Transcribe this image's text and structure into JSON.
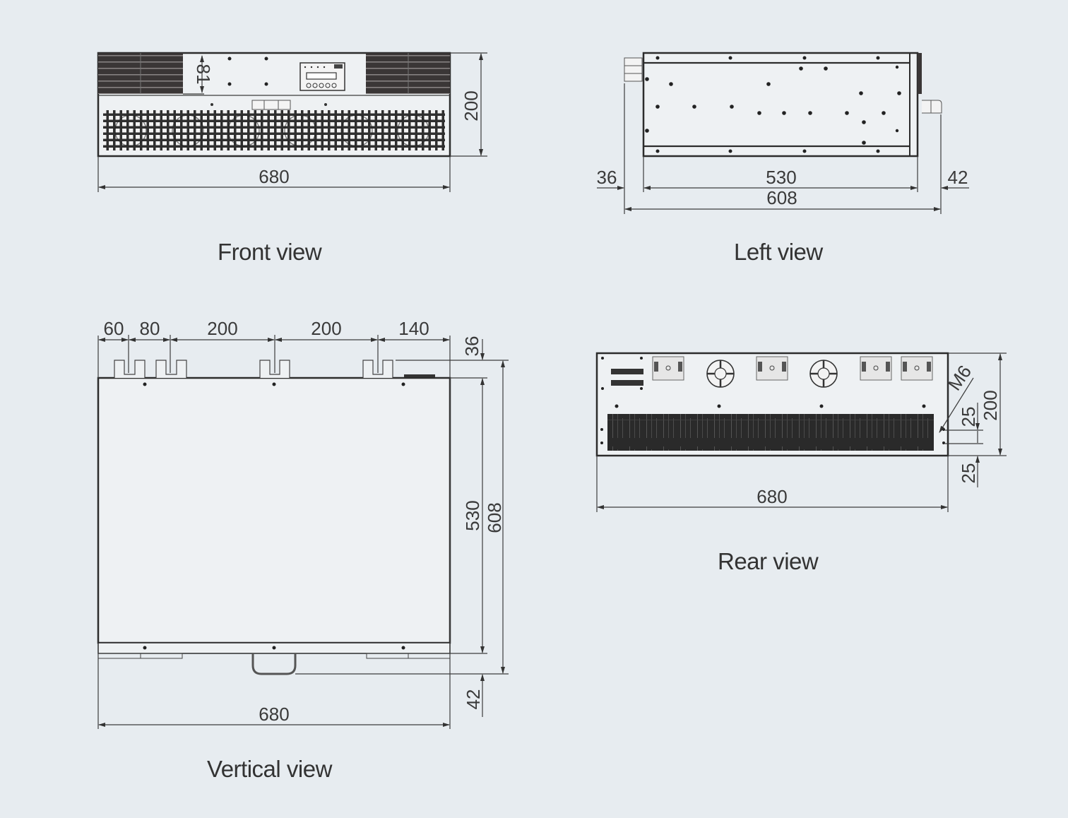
{
  "views": {
    "front": {
      "caption": "Front view",
      "dims": {
        "width": "680",
        "height": "200",
        "panel_height": "81"
      }
    },
    "left": {
      "caption": "Left view",
      "dims": {
        "body": "530",
        "total": "608",
        "front_offset": "36",
        "rear_offset": "42"
      }
    },
    "vertical": {
      "caption": "Vertical view",
      "dims": {
        "top_spacing": [
          "60",
          "80",
          "200",
          "200",
          "140"
        ],
        "front_offset": "36",
        "body": "530",
        "total": "608",
        "rear_offset": "42",
        "width": "680"
      }
    },
    "rear": {
      "caption": "Rear view",
      "dims": {
        "width": "680",
        "height": "200",
        "bolt": "M6",
        "bolt_spacing": "25",
        "bolt_edge": "25"
      }
    }
  },
  "colors": {
    "background": "#e7ecf0",
    "line": "#2c2c2c",
    "vent": "#3a3636"
  }
}
